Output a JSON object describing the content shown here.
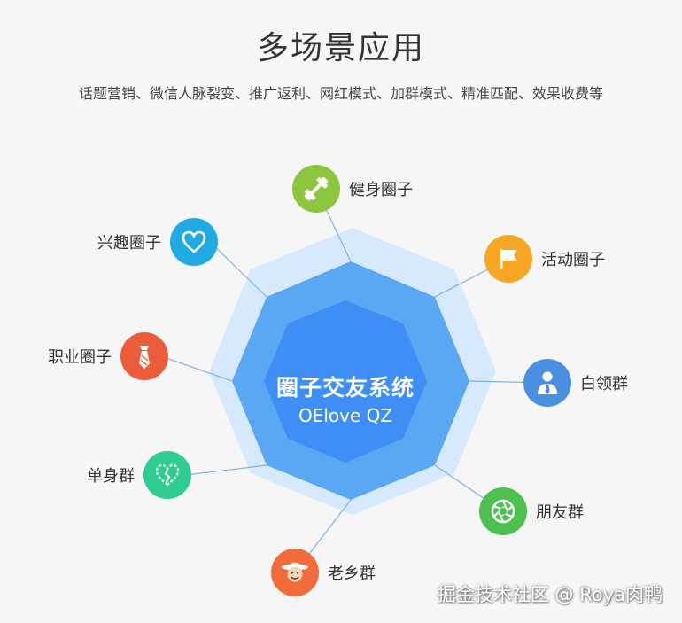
{
  "title": "多场景应用",
  "subtitle": "话题营销、微信人脉裂变、推广返利、网红模式、加群模式、精准匹配、效果收费等",
  "center": {
    "title": "圈子交友系统",
    "subtitle": "OElove QZ"
  },
  "nodes": [
    {
      "label": "健身圈子",
      "icon": "dumbbell-icon",
      "color": "#8cc63f"
    },
    {
      "label": "活动圈子",
      "icon": "flag-icon",
      "color": "#f6a623"
    },
    {
      "label": "白领群",
      "icon": "businessman-icon",
      "color": "#4a90e2"
    },
    {
      "label": "朋友群",
      "icon": "aperture-icon",
      "color": "#4cc150"
    },
    {
      "label": "老乡群",
      "icon": "farmer-face-icon",
      "color": "#f26b3a"
    },
    {
      "label": "单身群",
      "icon": "dashed-heart-icon",
      "color": "#2ecc8f"
    },
    {
      "label": "职业圈子",
      "icon": "tie-icon",
      "color": "#ea5c3a"
    },
    {
      "label": "兴趣圈子",
      "icon": "heart-icon",
      "color": "#21a9e1"
    }
  ],
  "watermark": "掘金技术社区 @ Roya肉鸭",
  "colors": {
    "outer_ring": "#d6e9fd",
    "middle_ring": "#5aa7f3",
    "inner_core": "#3e8ef5",
    "connector": "#7fb2e8"
  }
}
